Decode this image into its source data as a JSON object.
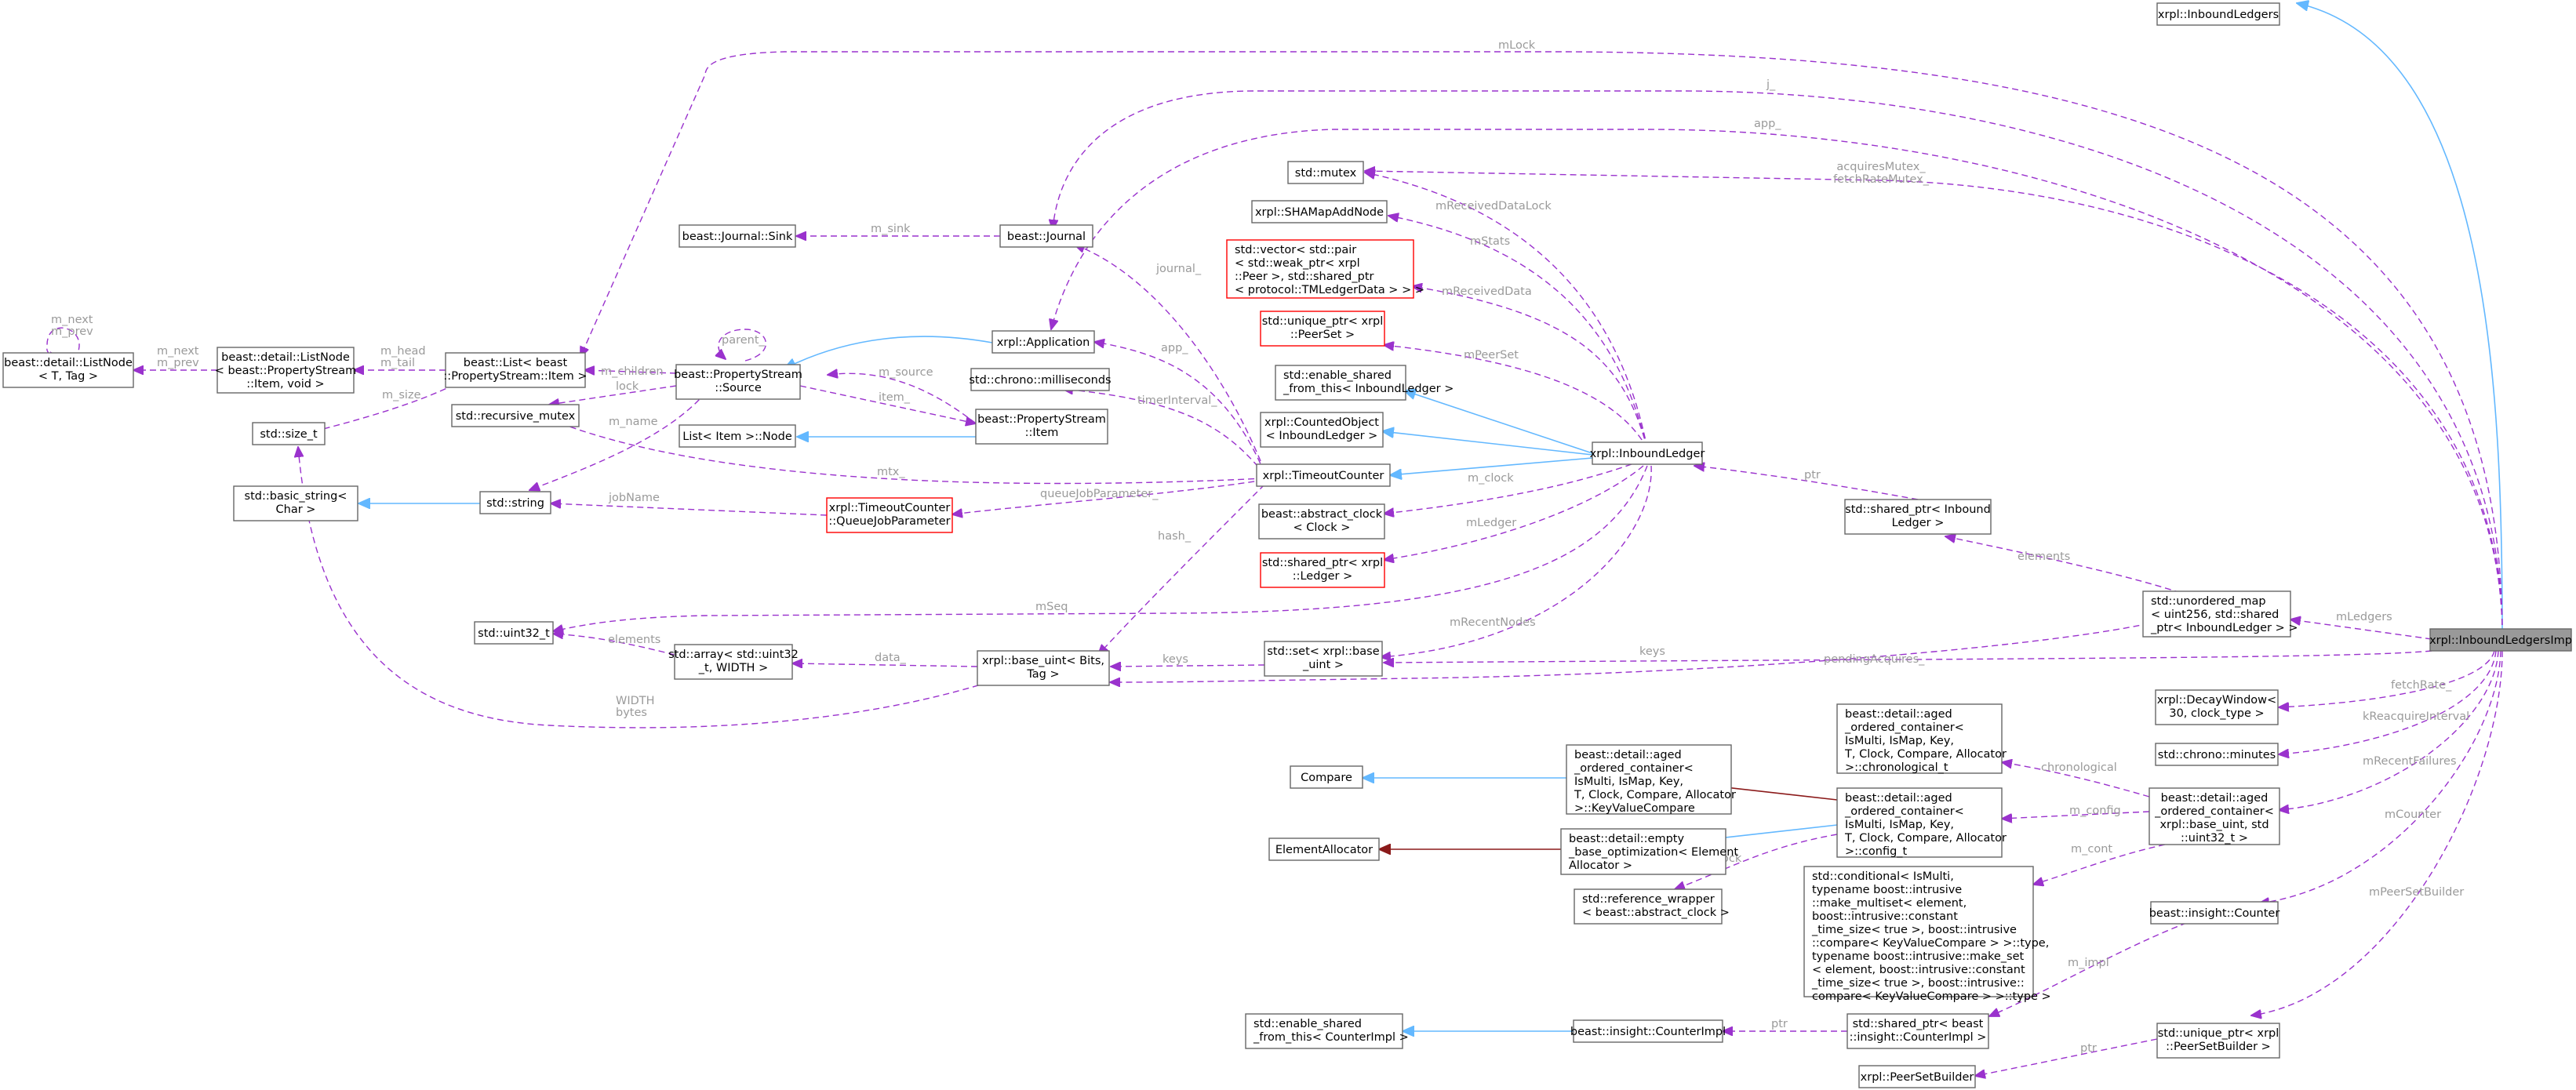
{
  "diagram": {
    "nodes": {
      "n_InboundLedgers": [
        "xrpl::InboundLedgers"
      ],
      "n_Impl": [
        "xrpl::InboundLedgersImp"
      ],
      "n_mutex": [
        "std::mutex"
      ],
      "n_SHAMap": [
        "xrpl::SHAMapAddNode"
      ],
      "n_vecpair": [
        "std::vector< std::pair",
        "< std::weak_ptr< xrpl",
        "::Peer >, std::shared_ptr",
        "< protocol::TMLedgerData > > >"
      ],
      "n_uptrPeerSet": [
        "std::unique_ptr< xrpl",
        "::PeerSet >"
      ],
      "n_esfInbound": [
        "std::enable_shared",
        "_from_this< InboundLedger >"
      ],
      "n_counted": [
        "xrpl::CountedObject",
        "< InboundLedger >"
      ],
      "n_InboundLedger": [
        "xrpl::InboundLedger"
      ],
      "n_TimeoutCounter": [
        "xrpl::TimeoutCounter"
      ],
      "n_absclock": [
        "beast::abstract_clock",
        "< Clock >"
      ],
      "n_sptrLedger": [
        "std::shared_ptr< xrpl",
        "::Ledger >"
      ],
      "n_setbase": [
        "std::set< xrpl::base",
        "_uint >"
      ],
      "n_sptrInbound": [
        "std::shared_ptr< Inbound",
        "Ledger >"
      ],
      "n_umap": [
        "std::unordered_map",
        "< uint256, std::shared",
        "_ptr< InboundLedger > >"
      ],
      "n_Journal": [
        "beast::Journal"
      ],
      "n_Sink": [
        "beast::Journal::Sink"
      ],
      "n_Application": [
        "xrpl::Application"
      ],
      "n_ms": [
        "std::chrono::milliseconds"
      ],
      "n_PSItem": [
        "beast::PropertyStream",
        "::Item"
      ],
      "n_PSSource": [
        "beast::PropertyStream",
        "::Source"
      ],
      "n_ListItemNode": [
        "List< Item >::Node"
      ],
      "n_ListPS": [
        "beast::List< beast",
        "::PropertyStream::Item >"
      ],
      "n_DetailNodePS": [
        "beast::detail::ListNode",
        "< beast::PropertyStream",
        "::Item, void >"
      ],
      "n_DetailNodeT": [
        "beast::detail::ListNode",
        "< T, Tag >"
      ],
      "n_size_t": [
        "std::size_t"
      ],
      "n_recmutex": [
        "std::recursive_mutex"
      ],
      "n_basic_string": [
        "std::basic_string<",
        "Char >"
      ],
      "n_string": [
        "std::string"
      ],
      "n_QJP": [
        "xrpl::TimeoutCounter",
        "::QueueJobParameter"
      ],
      "n_uint32": [
        "std::uint32_t"
      ],
      "n_array": [
        "std::array< std::uint32",
        "_t, WIDTH >"
      ],
      "n_baseuint": [
        "xrpl::base_uint< Bits,",
        "Tag >"
      ],
      "n_Decay": [
        "xrpl::DecayWindow<",
        "30, clock_type >"
      ],
      "n_minutes": [
        "std::chrono::minutes"
      ],
      "n_agedChrono": [
        "beast::detail::aged",
        "_ordered_container<",
        "IsMulti, IsMap, Key,",
        "T, Clock, Compare, Allocator",
        ">::chronological_t"
      ],
      "n_agedKVC": [
        "beast::detail::aged",
        "_ordered_container<",
        "IsMulti, IsMap, Key,",
        "T, Clock, Compare, Allocator",
        ">::KeyValueCompare"
      ],
      "n_Compare": [
        "Compare"
      ],
      "n_agedConfig": [
        "beast::detail::aged",
        "_ordered_container<",
        "IsMulti, IsMap, Key,",
        "T, Clock, Compare, Allocator",
        ">::config_t"
      ],
      "n_agedBase": [
        "beast::detail::aged",
        "_ordered_container<",
        "xrpl::base_uint, std",
        "::uint32_t >"
      ],
      "n_emptyBase": [
        "beast::detail::empty",
        "_base_optimization< Element",
        "Allocator >"
      ],
      "n_ElementAllocator": [
        "ElementAllocator"
      ],
      "n_refwrap": [
        "std::reference_wrapper",
        "< beast::abstract_clock >"
      ],
      "n_conditional": [
        "std::conditional< IsMulti,",
        "typename boost::intrusive",
        "::make_multiset< element,",
        "boost::intrusive::constant",
        "_time_size< true >, boost::intrusive",
        "::compare< KeyValueCompare > >::type,",
        "typename boost::intrusive::make_set",
        "< element, boost::intrusive::constant",
        "_time_size< true >, boost::intrusive::",
        "compare< KeyValueCompare > >::type >"
      ],
      "n_Counter": [
        "beast::insight::Counter"
      ],
      "n_sptrCounterImpl": [
        "std::shared_ptr< beast",
        "::insight::CounterImpl >"
      ],
      "n_CounterImpl": [
        "beast::insight::CounterImpl"
      ],
      "n_esfCounterImpl": [
        "std::enable_shared",
        "_from_this< CounterImpl >"
      ],
      "n_uptrPSB": [
        "std::unique_ptr< xrpl",
        "::PeerSetBuilder >"
      ],
      "n_PSB": [
        "xrpl::PeerSetBuilder"
      ]
    },
    "edge_labels": {
      "l_mLock": [
        "mLock"
      ],
      "l_j": [
        "j_"
      ],
      "l_app": [
        "app_"
      ],
      "l_acquires": [
        "acquiresMutex_",
        "fetchRateMutex_"
      ],
      "l_mReceivedDataLock": [
        "mReceivedDataLock"
      ],
      "l_mStats": [
        "mStats"
      ],
      "l_mReceivedData": [
        "mReceivedData"
      ],
      "l_mPeerSet": [
        "mPeerSet"
      ],
      "l_mClock": [
        "m_clock"
      ],
      "l_mLedger": [
        "mLedger"
      ],
      "l_mRecentNodes": [
        "mRecentNodes"
      ],
      "l_mSeq": [
        "mSeq"
      ],
      "l_ptr_inbound": [
        "ptr"
      ],
      "l_elements_umap": [
        "elements"
      ],
      "l_mLedgers": [
        "mLedgers"
      ],
      "l_pendingAcquires": [
        "pendingAcquires_"
      ],
      "l_keys_right": [
        "keys"
      ],
      "l_keys_left": [
        "keys"
      ],
      "l_fetchRate": [
        "fetchRate_"
      ],
      "l_kReacquire": [
        "kReacquireInterval"
      ],
      "l_mRecentFailures": [
        "mRecentFailures"
      ],
      "l_mCounter": [
        "mCounter"
      ],
      "l_mPeerSetBuilder": [
        "mPeerSetBuilder"
      ],
      "l_mSink": [
        "m_sink"
      ],
      "l_journal": [
        "journal_"
      ],
      "l_app2": [
        "app_"
      ],
      "l_timerInterval": [
        "timerInterval_"
      ],
      "l_mtx": [
        "mtx_"
      ],
      "l_queueJob": [
        "queueJobParameter_"
      ],
      "l_hash": [
        "hash_"
      ],
      "l_parent": [
        "parent_"
      ],
      "l_children": [
        "m_children"
      ],
      "l_lock": [
        "lock"
      ],
      "l_mName": [
        "m_name"
      ],
      "l_mSource": [
        "m_source"
      ],
      "l_item": [
        "item_"
      ],
      "l_mHead": [
        "m_head",
        "m_tail"
      ],
      "l_mSize": [
        "m_size"
      ],
      "l_mNextPS": [
        "m_next",
        "m_prev"
      ],
      "l_mNextSelf": [
        "m_next",
        "m_prev"
      ],
      "l_jobName": [
        "jobName"
      ],
      "l_elements_arr": [
        "elements"
      ],
      "l_data": [
        "data_"
      ],
      "l_width": [
        "WIDTH",
        "bytes"
      ],
      "l_chronological": [
        "chronological"
      ],
      "l_mConfig": [
        "m_config"
      ],
      "l_mCont": [
        "m_cont"
      ],
      "l_clock": [
        "clock"
      ],
      "l_mImpl": [
        "m_impl"
      ],
      "l_ptr_counter": [
        "ptr"
      ],
      "l_ptr_psb": [
        "ptr"
      ]
    }
  }
}
